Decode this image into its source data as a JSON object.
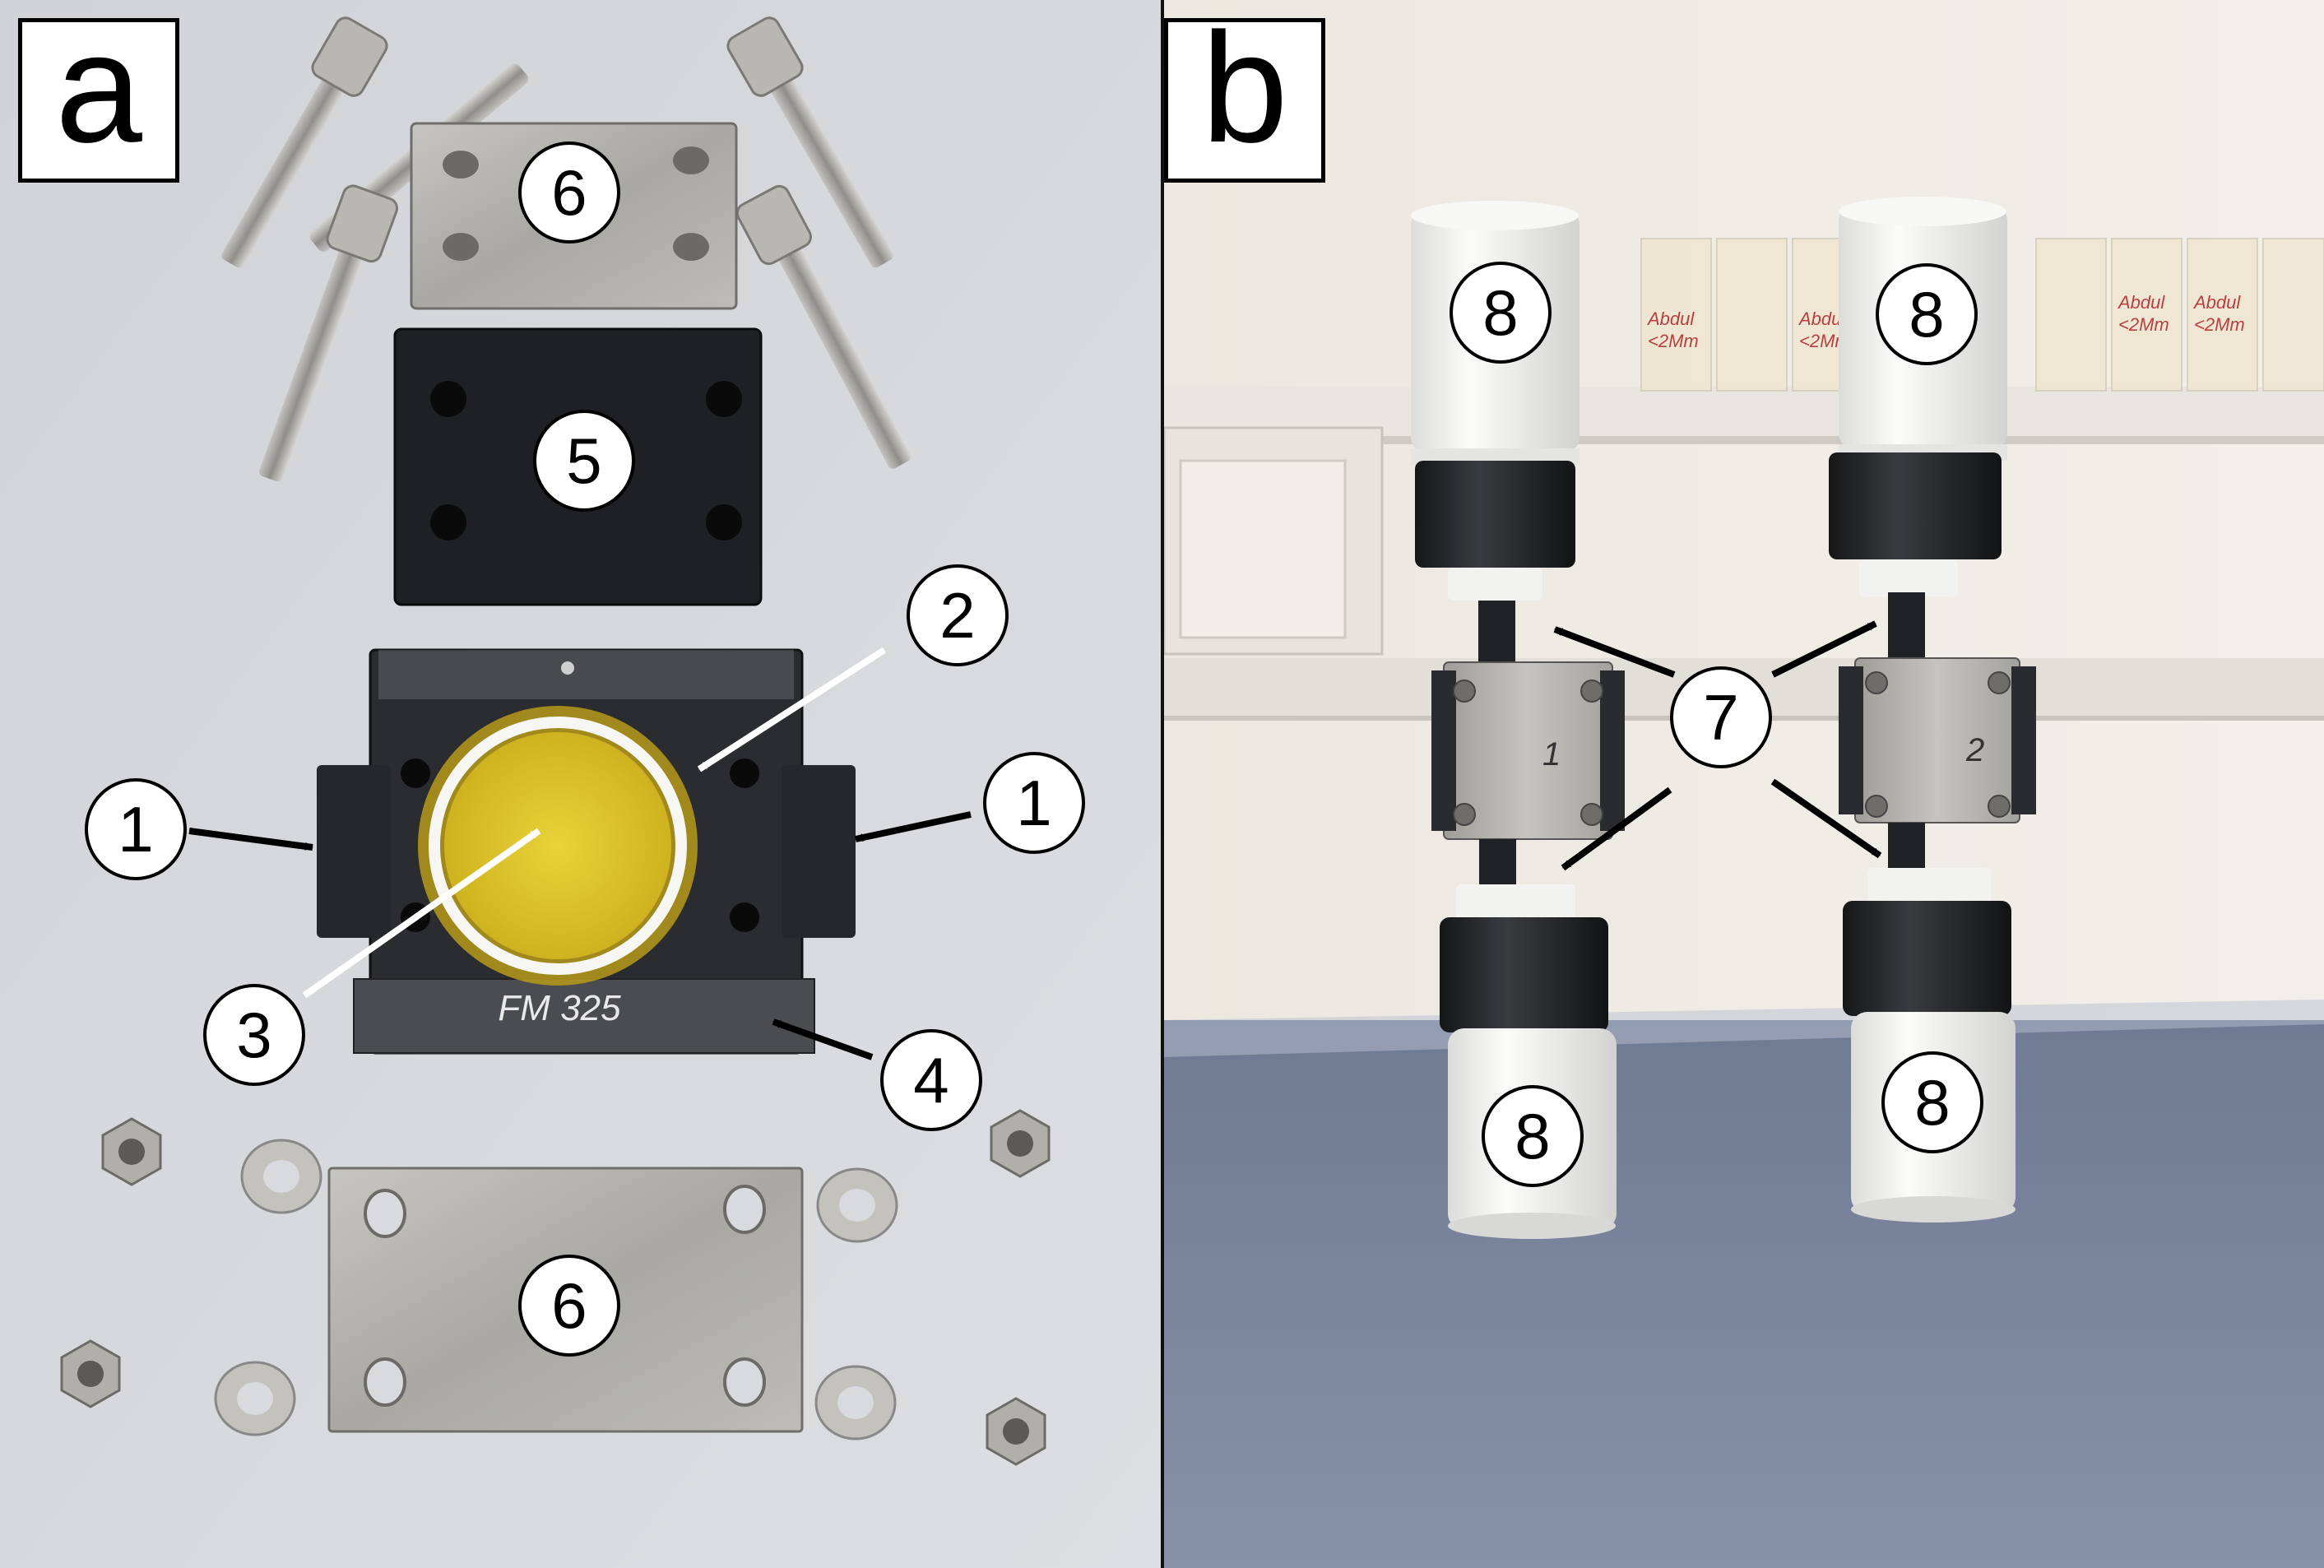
{
  "panels": {
    "a": {
      "label": "a"
    },
    "b": {
      "label": "b"
    }
  },
  "callouts": {
    "a": [
      "6",
      "5",
      "2",
      "1",
      "1",
      "3",
      "4",
      "6"
    ],
    "b": [
      "8",
      "8",
      "7",
      "8",
      "8"
    ]
  },
  "handwriting": {
    "plate_engraving": "FM 325",
    "block_1": "1",
    "block_2": "2",
    "vial_labels": [
      "Abdul",
      "<2Mm",
      "Abdul",
      "<2Mm",
      "Abdul",
      "<2Mm",
      "Abdul",
      "<2Mm"
    ]
  },
  "colors": {
    "table_grey": "#d8dadd",
    "wall_white": "#eeeae4",
    "bench_blue": "#7b869f",
    "black_part": "#1f2124",
    "membrane_yellow": "#e3c72d",
    "steel": "#b3b2ad",
    "ptfe_white": "#f4f4f2"
  }
}
